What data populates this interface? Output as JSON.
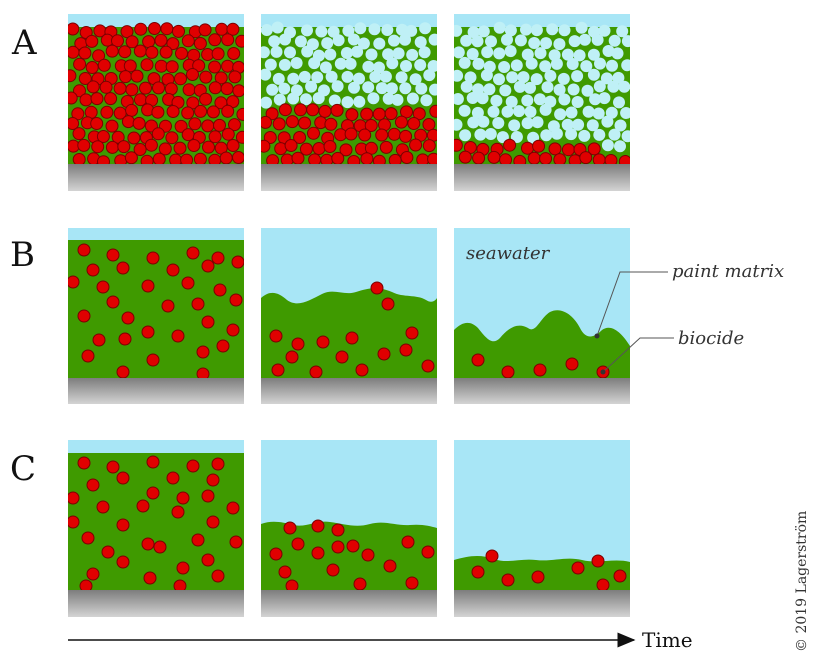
{
  "rows": [
    {
      "letter": "A"
    },
    {
      "letter": "B"
    },
    {
      "letter": "C"
    }
  ],
  "labels": {
    "seawater": "seawater",
    "paint_matrix": "paint matrix",
    "biocide": "biocide"
  },
  "axis": {
    "time_label": "Time"
  },
  "copyright": "© 2019 Lagerström",
  "colors": {
    "seawater": "#a8e6f6",
    "paint_matrix": "#3f9a00",
    "biocide_fill": "#e00000",
    "biocide_stroke": "#7a0000",
    "leached_particle": "#bff0f6",
    "substrate_top": "#8a8a8a",
    "substrate_bottom": "#cfcfcf"
  }
}
